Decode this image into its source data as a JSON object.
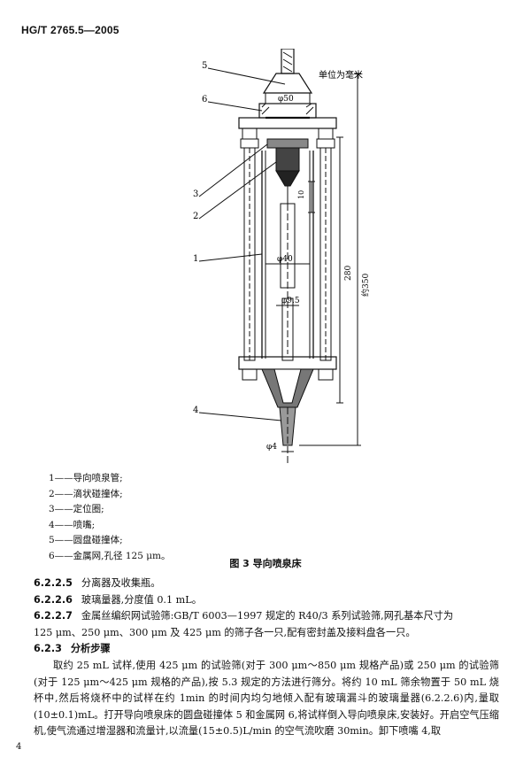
{
  "header": {
    "standard_code": "HG/T 2765.5—2005"
  },
  "figure": {
    "unit_note": "单位为毫米",
    "callouts": [
      "5",
      "6",
      "3",
      "2",
      "1",
      "4"
    ],
    "dimensions": {
      "d50": "φ50",
      "d10": "10",
      "d40": "φ40",
      "d95": "φ9.5",
      "d4": "φ4",
      "h280": "280",
      "h350": "约350"
    },
    "legend": [
      "1——导向喷泉管;",
      "2——滴状碰撞体;",
      "3——定位圈;",
      "4——喷嘴;",
      "5——圆盘碰撞体;",
      "6——金属网,孔径 125 μm。"
    ],
    "caption": "图 3  导向喷泉床"
  },
  "clauses": [
    {
      "number": "6.2.2.5",
      "text": "分离器及收集瓶。"
    },
    {
      "number": "6.2.2.6",
      "text": "玻璃量器,分度值 0.1 mL。"
    },
    {
      "number": "6.2.2.7",
      "text": "金属丝编织网试验筛:GB/T 6003—1997 规定的 R40/3 系列试验筛,网孔基本尺寸为"
    }
  ],
  "clause_cont": "125 μm、250 μm、300 μm 及 425 μm 的筛子各一只,配有密封盖及接料盘各一只。",
  "section": {
    "number": "6.2.3",
    "title": "分析步骤"
  },
  "paragraph": "取约 25 mL 试样,使用 425 μm 的试验筛(对于 300 μm～850 μm 规格产品)或 250 μm 的试验筛(对于 125 μm～425 μm 规格的产品),按 5.3 规定的方法进行筛分。将约 10 mL 筛余物置于 50 mL 烧杯中,然后将烧杯中的试样在约 1min 的时间内均匀地倾入配有玻璃漏斗的玻璃量器(6.2.2.6)内,量取(10±0.1)mL。打开导向喷泉床的圆盘碰撞体 5 和金属网 6,将试样倒入导向喷泉床,安装好。开启空气压缩机,使气流通过增湿器和流量计,以流量(15±0.5)L/min 的空气流吹磨 30min。卸下喷嘴 4,取",
  "page_number": "4"
}
